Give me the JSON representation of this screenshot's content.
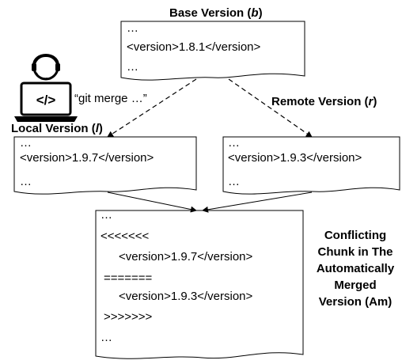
{
  "base": {
    "title_prefix": "Base Version (",
    "title_var": "b",
    "title_suffix": ")",
    "lines": [
      "…",
      "<version>1.8.1</version>",
      "…"
    ]
  },
  "local": {
    "title_prefix": "Local Version (",
    "title_var": "l",
    "title_suffix": ")",
    "lines": [
      "…",
      "<version>1.9.7</version>",
      "…"
    ]
  },
  "remote": {
    "title_prefix": "Remote Version (",
    "title_var": "r",
    "title_suffix": ")",
    "lines": [
      "…",
      "<version>1.9.3</version>",
      "…"
    ]
  },
  "developer": {
    "command": "“git merge …”",
    "icon": "developer-laptop-icon"
  },
  "merged": {
    "lines": [
      "…",
      "<<<<<<<",
      "<version>1.9.7</version>",
      "=======",
      "<version>1.9.3</version>",
      ">>>>>>>",
      "…"
    ],
    "label_lines": [
      "Conflicting",
      "Chunk in The",
      "Automatically",
      "Merged",
      "Version (Am)"
    ]
  }
}
